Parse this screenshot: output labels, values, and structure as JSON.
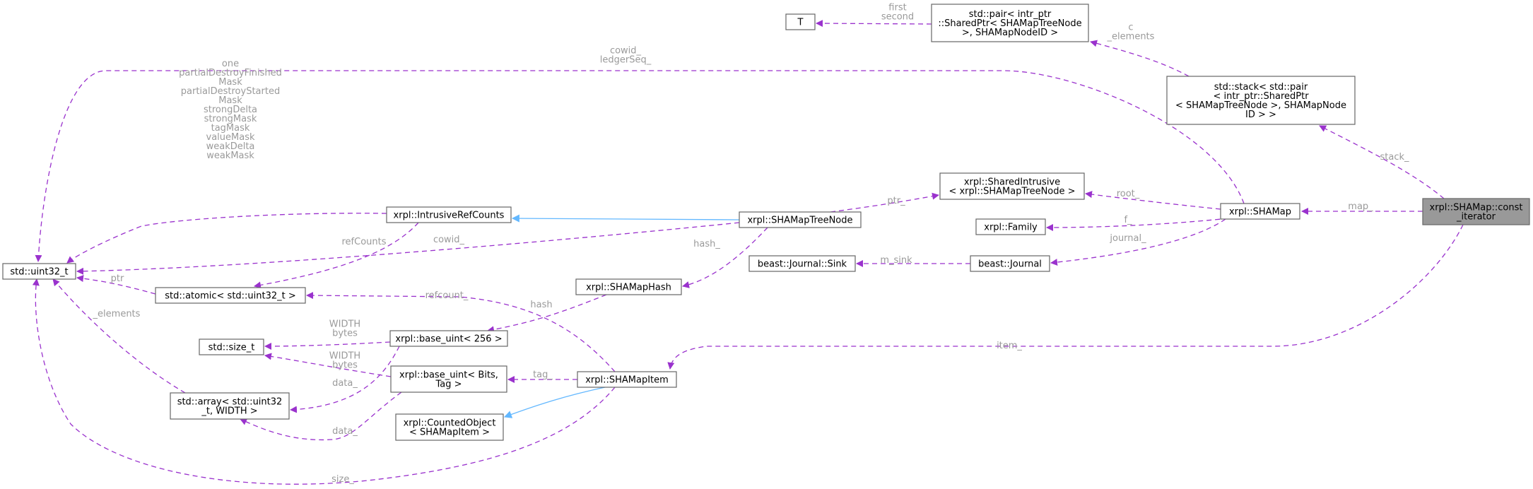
{
  "colors": {
    "dependency_edge": "#9a32cd",
    "inheritance_edge": "#63b8ff",
    "focus_node_fill": "#999999",
    "edge_label": "#9a9a9a"
  },
  "nodes": {
    "const_iterator": [
      "xrpl::SHAMap::const",
      "_iterator"
    ],
    "shamap": [
      "xrpl::SHAMap"
    ],
    "stack": [
      "std::stack< std::pair",
      "< intr_ptr::SharedPtr",
      "< SHAMapTreeNode >, SHAMapNode",
      "ID > >"
    ],
    "pair": [
      "std::pair< intr_ptr",
      "::SharedPtr< SHAMapTreeNode",
      ">, SHAMapNodeID >"
    ],
    "t": [
      "T"
    ],
    "shared_intrusive": [
      "xrpl::SharedIntrusive",
      "< xrpl::SHAMapTreeNode >"
    ],
    "family": [
      "xrpl::Family"
    ],
    "journal": [
      "beast::Journal"
    ],
    "journal_sink": [
      "beast::Journal::Sink"
    ],
    "tree_node": [
      "xrpl::SHAMapTreeNode"
    ],
    "intrusive_ref_counts": [
      "xrpl::IntrusiveRefCounts"
    ],
    "shamap_hash": [
      "xrpl::SHAMapHash"
    ],
    "uint32": [
      "std::uint32_t"
    ],
    "atomic": [
      "std::atomic< std::uint32_t >"
    ],
    "base_uint_256": [
      "xrpl::base_uint< 256 >"
    ],
    "size_t": [
      "std::size_t"
    ],
    "base_uint_bits": [
      "xrpl::base_uint< Bits,",
      "Tag >"
    ],
    "shamap_item": [
      "xrpl::SHAMapItem"
    ],
    "array": [
      "std::array< std::uint32",
      "_t, WIDTH >"
    ],
    "counted_object": [
      "xrpl::CountedObject",
      "< SHAMapItem >"
    ]
  },
  "edge_labels": {
    "map": [
      "map_"
    ],
    "stack": [
      "stack_"
    ],
    "item": [
      "item_"
    ],
    "c_elements": [
      "c",
      "_elements"
    ],
    "first_second": [
      "first",
      "second"
    ],
    "cowid_ledgerseq": [
      "cowid_",
      "ledgerSeq_"
    ],
    "root": [
      "root_"
    ],
    "f": [
      "f_"
    ],
    "journal": [
      "journal_"
    ],
    "m_sink": [
      "m_sink"
    ],
    "ptr_tree": [
      "ptr_"
    ],
    "hash_tree": [
      "hash_"
    ],
    "cowid_tree": [
      "cowid_"
    ],
    "intrusive_masks": [
      "one",
      "partialDestroyFinished",
      "Mask",
      "partialDestroyStarted",
      "Mask",
      "strongDelta",
      "strongMask",
      "tagMask",
      "valueMask",
      "weakDelta",
      "weakMask"
    ],
    "refcounts": [
      "refCounts"
    ],
    "ptr_atomic": [
      "ptr"
    ],
    "refcount_item": [
      "refcount_"
    ],
    "hash_item": [
      "hash"
    ],
    "width_bytes_256": [
      "WIDTH",
      "bytes"
    ],
    "width_bytes_bits": [
      "WIDTH",
      "bytes"
    ],
    "data_256": [
      "data_"
    ],
    "data_bits": [
      "data_"
    ],
    "tag": [
      "tag_"
    ],
    "elements_array": [
      "_elements"
    ],
    "size_item": [
      "size_"
    ]
  }
}
